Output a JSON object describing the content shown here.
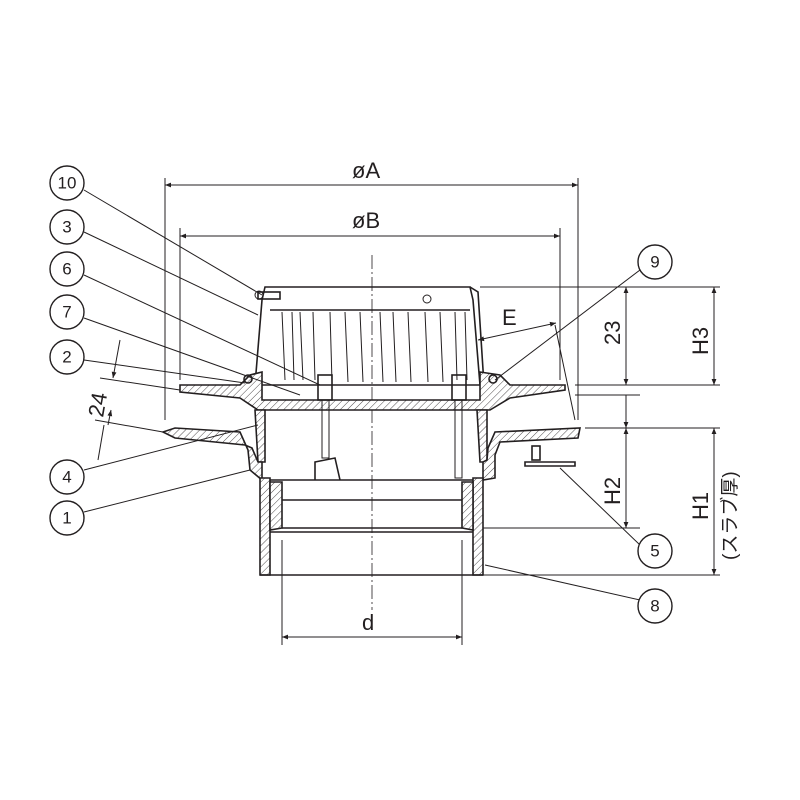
{
  "dimensions": {
    "dia_A": "øA",
    "dia_B": "øB",
    "E": "E",
    "d": "d",
    "dim_23": "23",
    "dim_24": "24",
    "H1": "H1",
    "H1_note": "(スラブ厚)",
    "H2": "H2",
    "H3": "H3"
  },
  "parts": [
    "10",
    "3",
    "6",
    "7",
    "2",
    "4",
    "1",
    "9",
    "5",
    "8"
  ]
}
